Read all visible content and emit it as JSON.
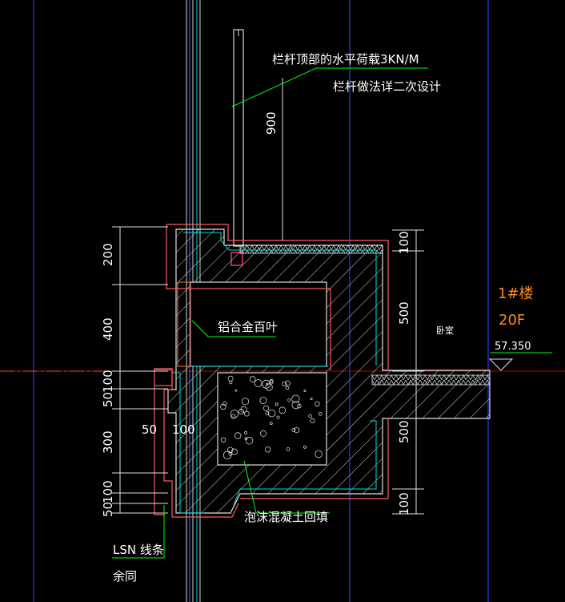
{
  "annotations": {
    "railing_load": "栏杆顶部的水平荷载3KN/M",
    "railing_design": "栏杆做法详二次设计",
    "louver": "铝合金百叶",
    "foam_concrete": "泡沫混凝土回填",
    "lsn_line": "LSN 线条",
    "others_same": "余同",
    "bedroom": "卧室"
  },
  "building": {
    "name": "1#楼",
    "floor": "20F",
    "elevation": "57.350"
  },
  "dimensions": {
    "railing_height": "900",
    "left_200": "200",
    "left_400": "400",
    "left_100": "100",
    "left_50a": "50",
    "left_300": "300",
    "left_100b": "100",
    "left_50b": "50",
    "right_100a": "100",
    "right_500a": "500",
    "right_500b": "500",
    "right_100b": "100",
    "inner_50": "50",
    "inner_100": "100"
  },
  "colors": {
    "background": "#000000",
    "text": "#ffffff",
    "leader": "#00ff00",
    "outline": "#ff5050",
    "finish": "#00dddd",
    "structure": "#e0e0e0",
    "building_label": "#ff8c1a",
    "axis": "#cc0000",
    "grid_blue": "#4060ff"
  }
}
